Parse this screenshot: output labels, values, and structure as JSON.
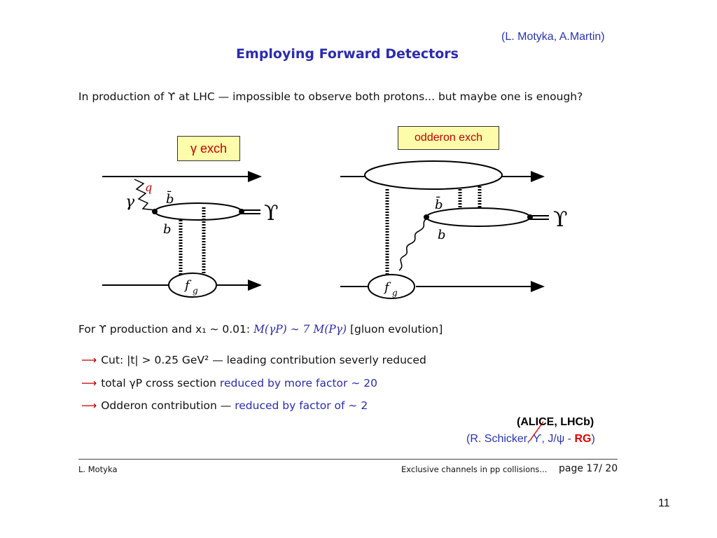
{
  "credit_top": "(L. Motyka, A.Martin)",
  "title": "Employing Forward Detectors",
  "intro": "In production of ϒ at LHC — impossible to observe both protons... but maybe one is enough?",
  "box_gamma": {
    "symbol": "γ",
    "text": " exch"
  },
  "box_odderon": "odderon exch",
  "diagram_left": {
    "gamma": "γ",
    "q": "q",
    "bbar": "b̄",
    "b": "b",
    "upsilon": "ϒ",
    "fg": "f",
    "fg_sub": "g"
  },
  "diagram_right": {
    "bbar": "b̄",
    "b": "b",
    "upsilon": "ϒ",
    "fg": "f",
    "fg_sub": "g"
  },
  "line1": {
    "prefix": "For ϒ production and ",
    "x1": "x₁ ∼ 0.01:",
    "math": "M(γP) ∼ 7 M(Pγ)",
    "suffix": " [gluon evolution]"
  },
  "bullets": [
    {
      "arrow": "⟶",
      "text": "Cut: |t| > 0.25 GeV² — leading contribution severly reduced",
      "blue": ""
    },
    {
      "arrow": "⟶",
      "text": "total γP cross section ",
      "blue": "reduced by more factor ∼ 20"
    },
    {
      "arrow": "⟶",
      "text": "Odderon contribution — ",
      "blue": "reduced by factor of ∼ 2"
    }
  ],
  "alice": "(ALICE, LHCb)",
  "schicker": {
    "prefix": "(R. Schicker, ϒ, J/ψ - ",
    "rg": "RG",
    "suffix": ")"
  },
  "footer": {
    "left": "L. Motyka",
    "right": "Exclusive channels in pp collisions...",
    "page": "page 17/ 20"
  },
  "slide_number": "11",
  "colors": {
    "title_blue": "#2b2bb0",
    "red": "#c00000",
    "box_yellow": "#fdfcaa"
  }
}
